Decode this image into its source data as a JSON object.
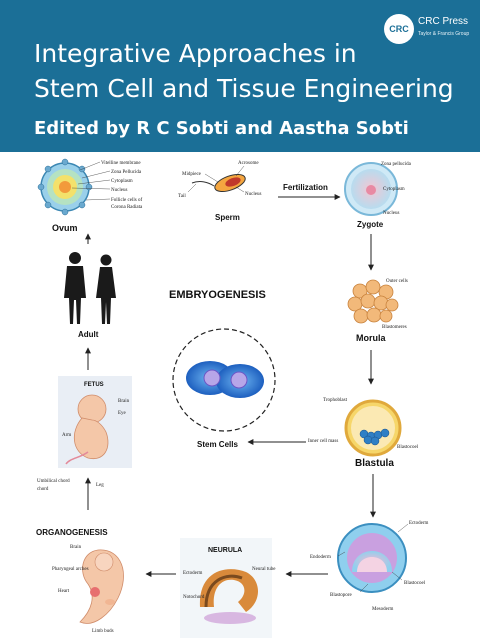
{
  "header": {
    "title_line1": "Integrative Approaches in",
    "title_line2": "Stem Cell and Tissue Engineering",
    "editors": "Edited by R C Sobti and Aastha Sobti",
    "bg_color": "#1b6f97"
  },
  "publisher": {
    "logo_text": "CRC",
    "name": "CRC Press",
    "subtitle": "Taylor & Francis Group"
  },
  "diagram": {
    "center_label": "EMBRYOGENESIS",
    "ovum": {
      "label": "Ovum",
      "parts": [
        "Vitelline membrane",
        "Zona Pellucida",
        "Cytoplasm",
        "Nucleus",
        "Follicle cells of",
        "Corona Radiata"
      ]
    },
    "sperm": {
      "label": "Sperm",
      "parts": [
        "Midpiece",
        "Acrosome",
        "Tail",
        "Nucleus"
      ]
    },
    "fertilization_label": "Fertilization",
    "zygote": {
      "label": "Zygote",
      "parts": [
        "Zona pellucida",
        "Cytoplasm",
        "Nucleus"
      ]
    },
    "morula": {
      "label": "Morula",
      "parts": [
        "Outer cells",
        "Blastomeres"
      ]
    },
    "blastula": {
      "label": "Blastula",
      "parts": [
        "Trophoblast",
        "Inner cell mass",
        "Blastocoel"
      ]
    },
    "stem_cells_label": "Stem Cells",
    "gastrula": {
      "parts": [
        "Ectoderm",
        "Endoderm",
        "Blastopore",
        "Blastocoel",
        "Mesoderm"
      ]
    },
    "neurula": {
      "label": "NEURULA",
      "parts": [
        "Ectoderm",
        "Notochord",
        "Neural tube"
      ]
    },
    "organogenesis": {
      "label": "ORGANOGENESIS",
      "parts": [
        "Brain",
        "Pharyngeal arches",
        "Heart",
        "Limb buds"
      ]
    },
    "fetus": {
      "label": "FETUS",
      "parts": [
        "Brain",
        "Eye",
        "Arm",
        "Umbilical chord",
        "Leg"
      ]
    },
    "adult_label": "Adult"
  }
}
